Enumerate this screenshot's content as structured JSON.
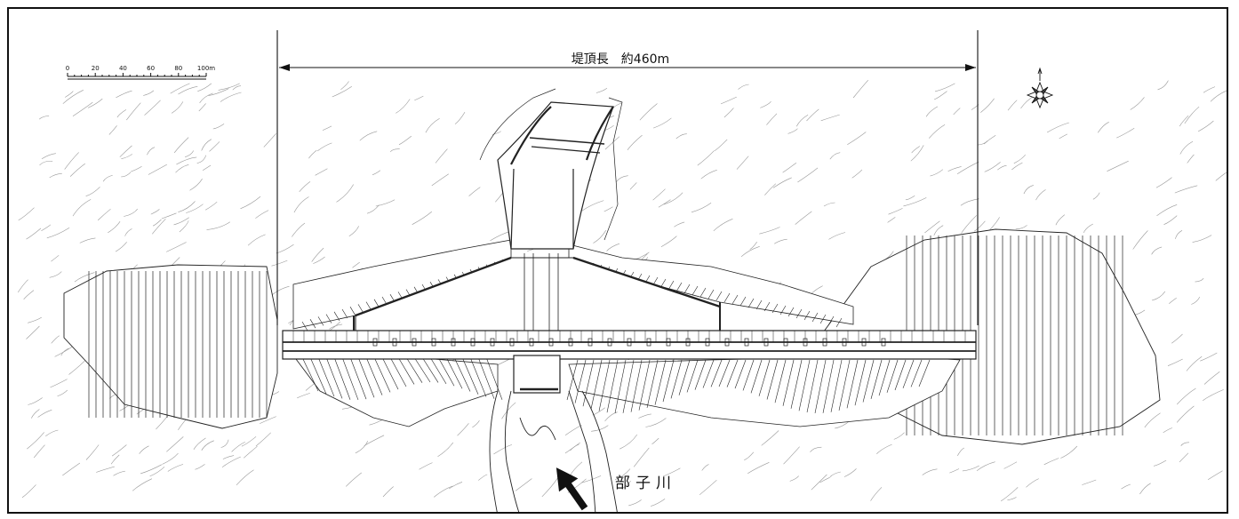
{
  "scale_bar": {
    "ticks": [
      "0",
      "20",
      "40",
      "60",
      "80",
      "100m"
    ]
  },
  "dimension": {
    "crest_length_label": "堤頂長　約460m"
  },
  "river": {
    "name": "部子川"
  },
  "icons": {
    "compass": "compass-rose-icon",
    "flow_arrow": "flow-direction-arrow-icon"
  },
  "colors": {
    "line": "#111111",
    "background": "#ffffff"
  }
}
